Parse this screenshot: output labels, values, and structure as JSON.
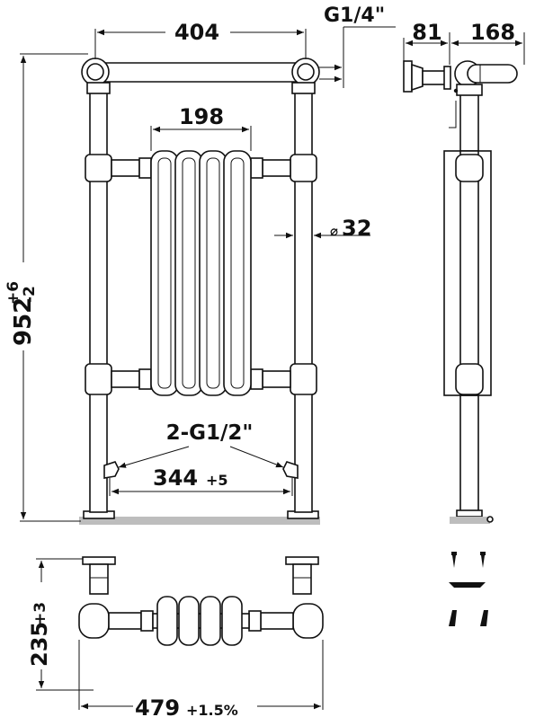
{
  "dimensions": {
    "top_width": "404",
    "top_thread": "G1/4\"",
    "side_depth": "81",
    "side_total": "168",
    "rad_width": "198",
    "pipe_dia_symbol": "⌀",
    "pipe_dia": "32",
    "height_value": "952",
    "height_tol_plus": "+6",
    "height_tol_minus": "-2",
    "inlets": "2-G1/2\"",
    "centres_value": "344",
    "centres_tol": "+5",
    "depth_value": "235",
    "depth_tol": "+3",
    "overall_width_value": "479",
    "overall_width_tol": "+1.5%"
  },
  "colors": {
    "line": "#111111",
    "floor": "#bdbdbd",
    "background": "#ffffff"
  }
}
